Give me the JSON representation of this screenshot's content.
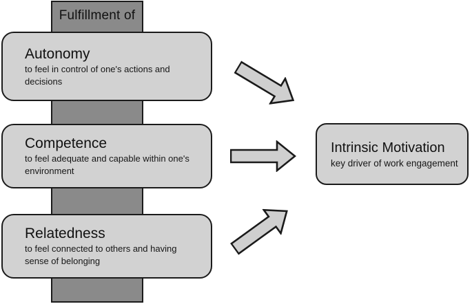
{
  "diagram": {
    "fulfillment_label": "Fulfillment of",
    "needs": [
      {
        "title": "Autonomy",
        "description": "to feel in control of one's actions and decisions"
      },
      {
        "title": "Competence",
        "description": "to feel adequate and capable within one's environment"
      },
      {
        "title": "Relatedness",
        "description": "to feel connected to others and having sense of belonging"
      }
    ],
    "outcome": {
      "title": "Intrinsic Motivation",
      "description": "key driver of work engagement"
    },
    "arrows": [
      {
        "name": "autonomy-to-motivation",
        "direction": "down-right"
      },
      {
        "name": "competence-to-motivation",
        "direction": "right"
      },
      {
        "name": "relatedness-to-motivation",
        "direction": "up-right"
      }
    ],
    "colors": {
      "background": "#ffffff",
      "box_fill": "#d2d2d2",
      "bar_fill": "#8a8a8a",
      "outline": "#1a1a1a",
      "arrow_fill": "#cfcfcf"
    }
  }
}
